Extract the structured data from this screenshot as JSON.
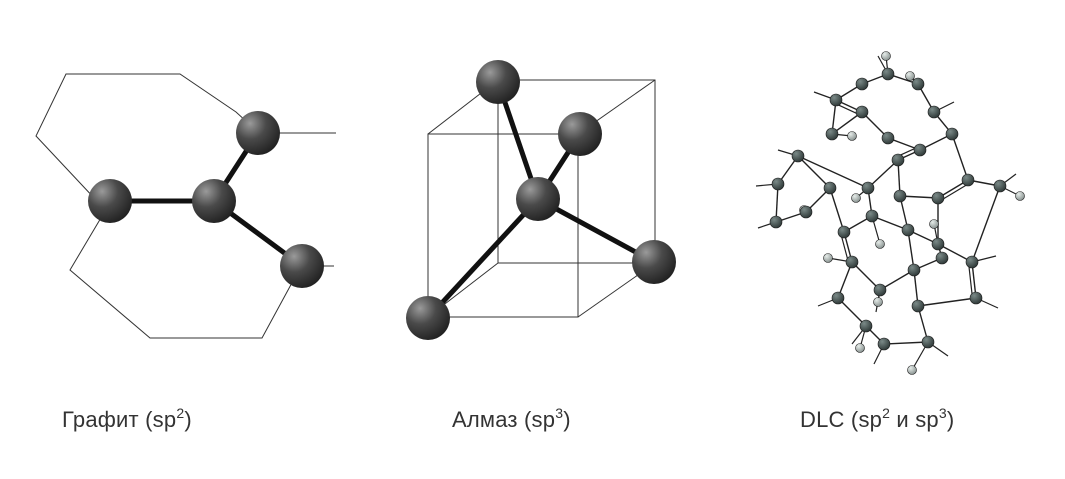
{
  "captions": {
    "graphite": {
      "name": "Графит",
      "open": " (sp",
      "sup": "2",
      "close": ")"
    },
    "diamond": {
      "name": "Алмаз",
      "open": " (sp",
      "sup": "3",
      "close": ")"
    },
    "dlc": {
      "name": "DLC",
      "open": " (sp",
      "sup1": "2",
      "mid": " и sp",
      "sup2": "3",
      "close": ")"
    }
  },
  "colors": {
    "atom_dark": "#2f2f2f",
    "atom_light": "#9a9a9a",
    "dlc_carbon": "#3d4a4a",
    "dlc_hydrogen": "#a8b0ad",
    "bond": "#111111",
    "frame": "#333333",
    "caption_text": "#333333"
  }
}
